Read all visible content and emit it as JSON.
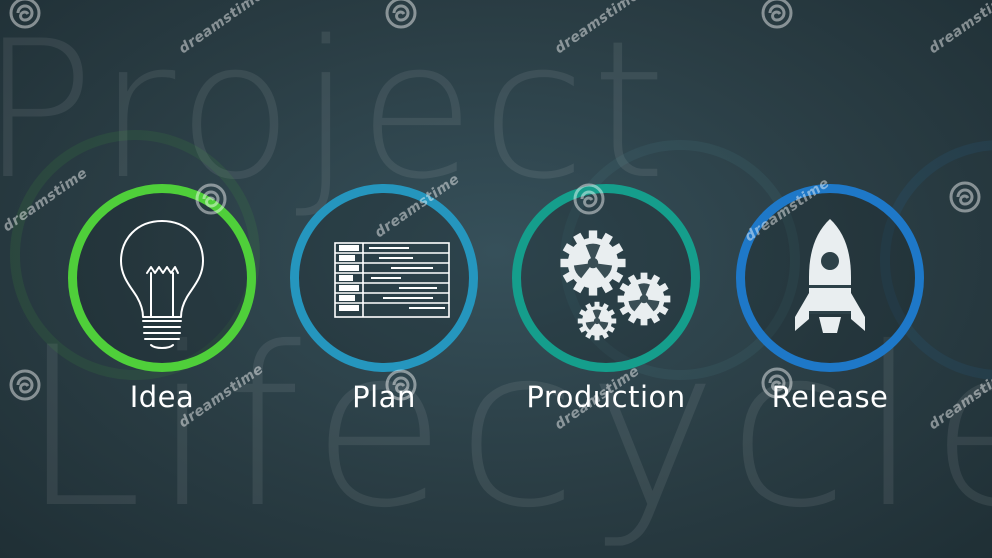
{
  "steps": [
    {
      "label": "Idea",
      "ring_color": "#4fcf3a",
      "icon": "lightbulb-icon"
    },
    {
      "label": "Plan",
      "ring_color": "#2596be",
      "icon": "gantt-chart-icon"
    },
    {
      "label": "Production",
      "ring_color": "#159e8c",
      "icon": "gears-icon"
    },
    {
      "label": "Release",
      "ring_color": "#1e78c8",
      "icon": "rocket-icon"
    }
  ],
  "watermark": {
    "text": "dreamstime",
    "icon": "dreamstime-spiral-logo"
  }
}
